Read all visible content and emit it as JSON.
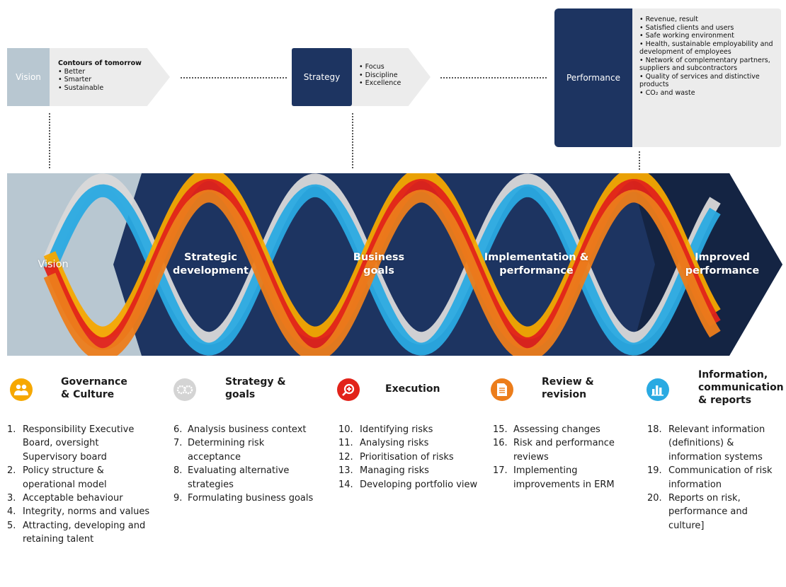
{
  "top": {
    "vision": {
      "label": "Vision",
      "heading": "Contours of tomorrow",
      "items": [
        "Better",
        "Smarter",
        "Sustainable"
      ]
    },
    "strategy": {
      "label": "Strategy",
      "items": [
        "Focus",
        "Discipline",
        "Excellence"
      ]
    },
    "performance": {
      "label": "Performance",
      "items": [
        "Revenue, result",
        "Satisfied clients and users",
        "Safe working environment",
        "Health, sustainable employability and development of employees",
        "Network of complementary partners, suppliers and subcontractors",
        "Quality of services and distinctive products",
        "CO₂ and waste"
      ]
    }
  },
  "band": {
    "stages": [
      "Vision",
      "Strategic development",
      "Business goals",
      "Implementation & performance",
      "Improved performance"
    ]
  },
  "colors": {
    "navy": "#1d3461",
    "dark_navy": "#142443",
    "vision_grey": "#b8c7d1",
    "yellow": "#f6a800",
    "red": "#e2231a",
    "orange": "#ec7d1b",
    "light_grey": "#d9d9d9",
    "blue": "#2aaae2"
  },
  "columns": [
    {
      "icon": "people-icon",
      "color": "#f6a800",
      "title": "Governance & Culture",
      "items": [
        {
          "n": "1.",
          "t": "Responsibility Executive Board, oversight Supervisory board"
        },
        {
          "n": "2.",
          "t": "Policy structure & operational model"
        },
        {
          "n": "3.",
          "t": "Acceptable behaviour"
        },
        {
          "n": "4.",
          "t": "Integrity, norms and values"
        },
        {
          "n": "5.",
          "t": "Attracting, developing and retaining talent"
        }
      ]
    },
    {
      "icon": "gears-icon",
      "color": "#cfcfcf",
      "title": "Strategy & goals",
      "items": [
        {
          "n": "6.",
          "t": "Analysis business context"
        },
        {
          "n": "7.",
          "t": "Determining risk acceptance"
        },
        {
          "n": "8.",
          "t": "Evaluating alternative strategies"
        },
        {
          "n": "9.",
          "t": "Formulating business goals"
        }
      ]
    },
    {
      "icon": "magnifier-plus-icon",
      "color": "#e2231a",
      "title": "Execution",
      "items": [
        {
          "n": "10.",
          "t": "Identifying risks"
        },
        {
          "n": "11.",
          "t": "Analysing risks"
        },
        {
          "n": "12.",
          "t": "Prioritisation of risks"
        },
        {
          "n": "13.",
          "t": "Managing risks"
        },
        {
          "n": "14.",
          "t": "Developing portfolio view"
        }
      ]
    },
    {
      "icon": "document-icon",
      "color": "#ec7d1b",
      "title": "Review & revision",
      "items": [
        {
          "n": "15.",
          "t": "Assessing changes"
        },
        {
          "n": "16.",
          "t": "Risk and performance reviews"
        },
        {
          "n": "17.",
          "t": "Implementing improvements in ERM"
        }
      ]
    },
    {
      "icon": "bar-chart-icon",
      "color": "#2aaae2",
      "title": "Information, communication & reports",
      "items": [
        {
          "n": "18.",
          "t": "Relevant information (definitions) & information systems"
        },
        {
          "n": "19.",
          "t": "Communication of risk information"
        },
        {
          "n": "20.",
          "t": "Reports on risk, performance and culture]"
        }
      ]
    }
  ]
}
